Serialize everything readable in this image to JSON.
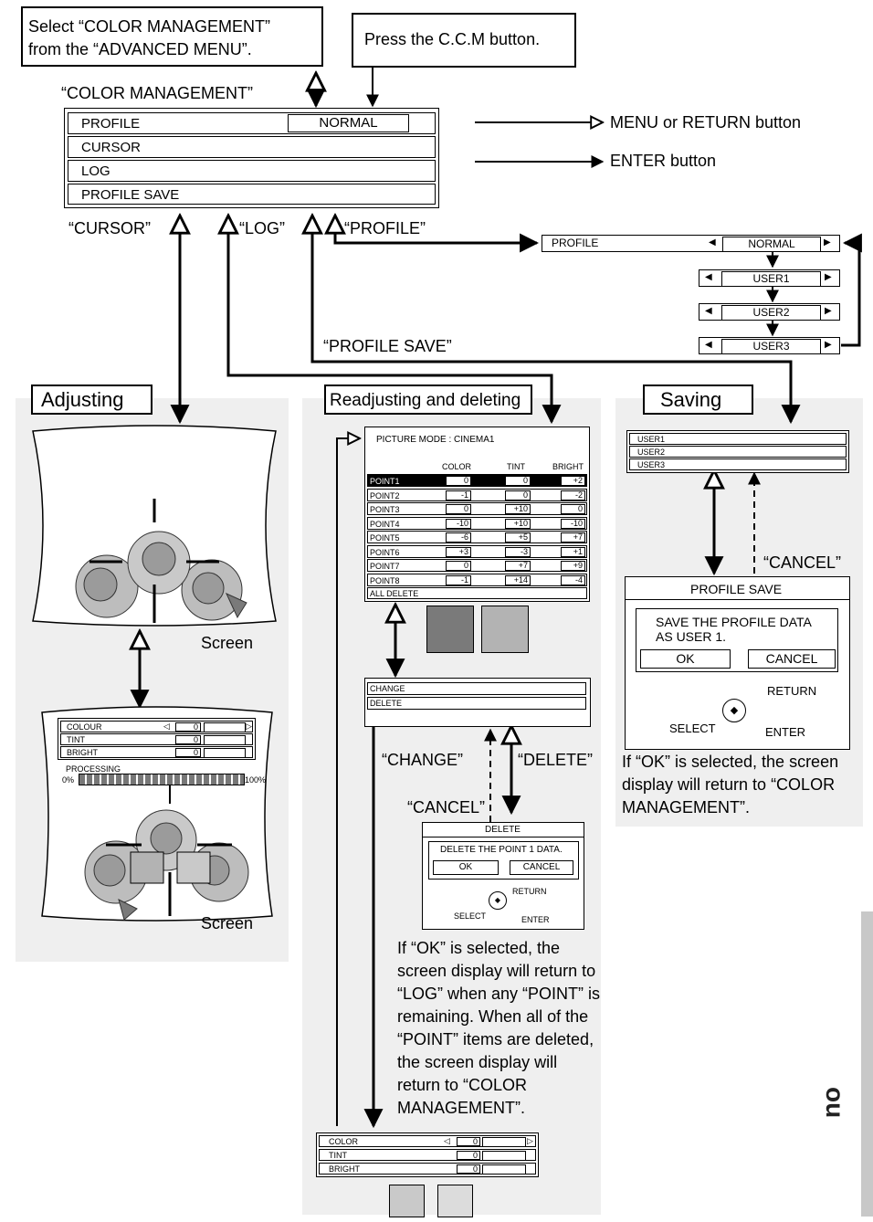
{
  "top": {
    "select_text": [
      "Select “COLOR MANAGEMENT”",
      "from the “ADVANCED MENU”."
    ],
    "press_text": "Press the C.C.M button."
  },
  "cm": {
    "title": "“COLOR MANAGEMENT”",
    "items": [
      "PROFILE",
      "CURSOR",
      "LOG",
      "PROFILE SAVE"
    ],
    "profile_value": "NORMAL"
  },
  "legend": {
    "hollow": "MENU or RETURN button",
    "solid": "ENTER button"
  },
  "labels": {
    "cursor": "“CURSOR”",
    "log": "“LOG”",
    "profile": "“PROFILE”",
    "profile_save": "“PROFILE SAVE”",
    "change": "“CHANGE”",
    "delete": "“DELETE”",
    "cancel": "“CANCEL”",
    "screen": "Screen"
  },
  "profile_panel": {
    "label": "PROFILE",
    "options": [
      "NORMAL",
      "USER1",
      "USER2",
      "USER3"
    ]
  },
  "sections": {
    "adjusting": "Adjusting",
    "readjusting": "Readjusting and deleting",
    "saving": "Saving"
  },
  "adjust_menu": {
    "rows": [
      "COLOUR",
      "TINT",
      "BRIGHT"
    ],
    "value": "0",
    "processing": "PROCESSING",
    "pct_start": "0%",
    "pct_end": "100%"
  },
  "log_table": {
    "picture_mode": "PICTURE MODE : CINEMA1",
    "headers": [
      "COLOR",
      "TINT",
      "BRIGHT"
    ],
    "rows": [
      {
        "name": "POINT1",
        "values": [
          "0",
          "0",
          "+2"
        ]
      },
      {
        "name": "POINT2",
        "values": [
          "-1",
          "0",
          "-2"
        ]
      },
      {
        "name": "POINT3",
        "values": [
          "0",
          "+10",
          "0"
        ]
      },
      {
        "name": "POINT4",
        "values": [
          "-10",
          "+10",
          "-10"
        ]
      },
      {
        "name": "POINT5",
        "values": [
          "-6",
          "+5",
          "+7"
        ]
      },
      {
        "name": "POINT6",
        "values": [
          "+3",
          "-3",
          "+1"
        ]
      },
      {
        "name": "POINT7",
        "values": [
          "0",
          "+7",
          "+9"
        ]
      },
      {
        "name": "POINT8",
        "values": [
          "-1",
          "+14",
          "-4"
        ]
      }
    ],
    "all_delete": "ALL DELETE"
  },
  "change_menu": [
    "CHANGE",
    "DELETE"
  ],
  "delete_dialog": {
    "title": "DELETE",
    "message": "DELETE THE POINT 1 DATA.",
    "ok": "OK",
    "cancel": "CANCEL",
    "return": "RETURN",
    "select": "SELECT",
    "enter": "ENTER"
  },
  "delete_note": "If “OK” is selected, the screen display will return to “LOG” when any “POINT” is remaining. When all of the “POINT” items are deleted, the screen display will return to “COLOR MANAGEMENT”.",
  "bottom_menu": {
    "rows": [
      "COLOR",
      "TINT",
      "BRIGHT"
    ],
    "value": "0"
  },
  "save_list": [
    "USER1",
    "USER2",
    "USER3"
  ],
  "save_dialog": {
    "title": "PROFILE SAVE",
    "message": [
      "SAVE THE PROFILE DATA",
      "AS USER 1."
    ],
    "ok": "OK",
    "cancel": "CANCEL",
    "return": "RETURN",
    "select": "SELECT",
    "enter": "ENTER"
  },
  "save_note": "If “OK” is selected, the screen display will return to “COLOR MANAGEMENT”.",
  "side_tab": "ou",
  "colors": {
    "panel_bg": "#efefef",
    "swatch_dark": "#7a7a7a",
    "swatch_light": "#b3b3b3",
    "swatch_pale": "#c9c9c9",
    "tab": "#c8c8c8"
  }
}
